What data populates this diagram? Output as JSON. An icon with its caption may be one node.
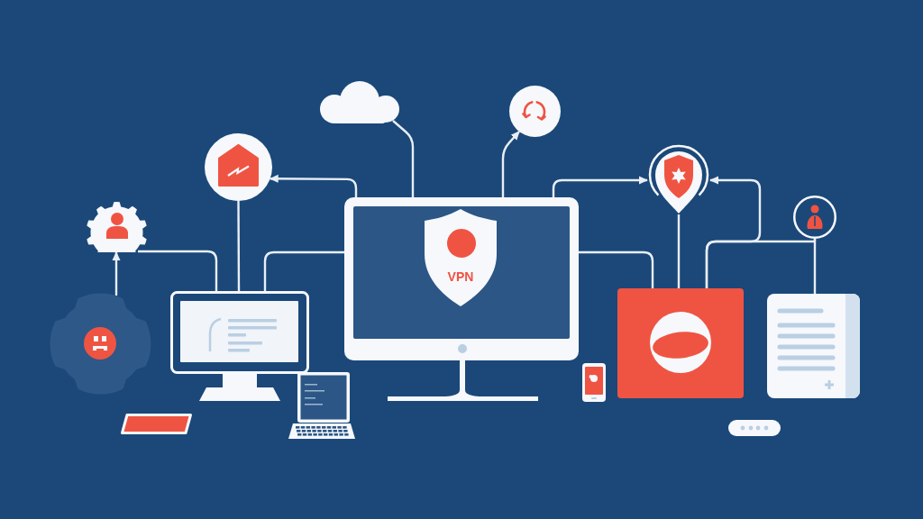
{
  "diagram": {
    "nodes": [
      {
        "text": [],
        "shape": "cloud"
      },
      {
        "text": [],
        "shape": "circle"
      },
      {
        "text": [],
        "shape": "circle"
      },
      {
        "text": [],
        "shape": "shield"
      },
      {
        "text": [],
        "shape": "gear"
      },
      {
        "text": [],
        "shape": "circle"
      },
      {
        "text": [],
        "shape": "monitor"
      },
      {
        "text": [
          "VPN"
        ],
        "in": 6
      },
      {
        "text": [],
        "shape": "gear"
      },
      {
        "text": [],
        "shape": "monitor"
      },
      {
        "text": [],
        "shape": "box"
      },
      {
        "text": [],
        "shape": "document"
      }
    ],
    "edges": [
      {
        "from": 0,
        "to": 6,
        "arrow": "none"
      },
      {
        "from": 6,
        "to": 1,
        "arrow": "to"
      },
      {
        "from": 6,
        "to": 2,
        "arrow": "to"
      },
      {
        "from": 2,
        "to": 9,
        "arrow": "none"
      },
      {
        "from": 8,
        "to": 4,
        "arrow": "to"
      },
      {
        "from": 4,
        "to": 9,
        "arrow": "none"
      },
      {
        "from": 9,
        "to": 6,
        "arrow": "none"
      },
      {
        "from": 6,
        "to": 3,
        "arrow": "to"
      },
      {
        "from": 6,
        "to": 10,
        "arrow": "none"
      },
      {
        "from": 3,
        "to": 10,
        "arrow": "none"
      },
      {
        "from": 10,
        "to": 3,
        "arrow": "to"
      },
      {
        "from": 10,
        "to": 5,
        "arrow": "none"
      },
      {
        "from": 5,
        "to": 11,
        "arrow": "none"
      }
    ]
  }
}
